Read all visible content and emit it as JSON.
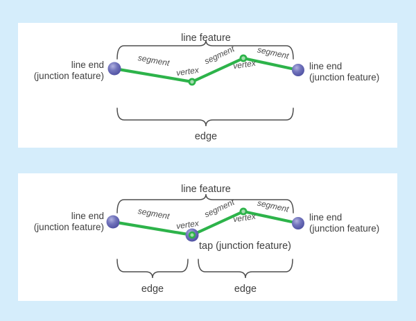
{
  "colors": {
    "background": "#d5edfb",
    "panel": "#ffffff",
    "line_green": "#2db34a",
    "vertex_center_green": "#a5dcae",
    "junction_purple": "#6163b0",
    "junction_purple_dark": "#4b4d9f",
    "junction_highlight": "#aaabde",
    "brace_gray": "#4d4d4d",
    "text_gray": "#3f3f3f"
  },
  "diagram_top": {
    "line_feature_label": "line feature",
    "left_junction_line1": "line end",
    "left_junction_line2": "(junction feature)",
    "right_junction_line1": "line end",
    "right_junction_line2": "(junction feature)",
    "segment_labels": [
      "segment",
      "segment",
      "segment"
    ],
    "vertex_labels": [
      "vertex",
      "vertex"
    ],
    "edge_label": "edge"
  },
  "diagram_bottom": {
    "line_feature_label": "line feature",
    "left_junction_line1": "line end",
    "left_junction_line2": "(junction feature)",
    "right_junction_line1": "line end",
    "right_junction_line2": "(junction feature)",
    "segment_labels": [
      "segment",
      "segment",
      "segment"
    ],
    "vertex_labels": [
      "vertex",
      "vertex"
    ],
    "tap_label": "tap (junction feature)",
    "edge_labels": [
      "edge",
      "edge"
    ]
  }
}
